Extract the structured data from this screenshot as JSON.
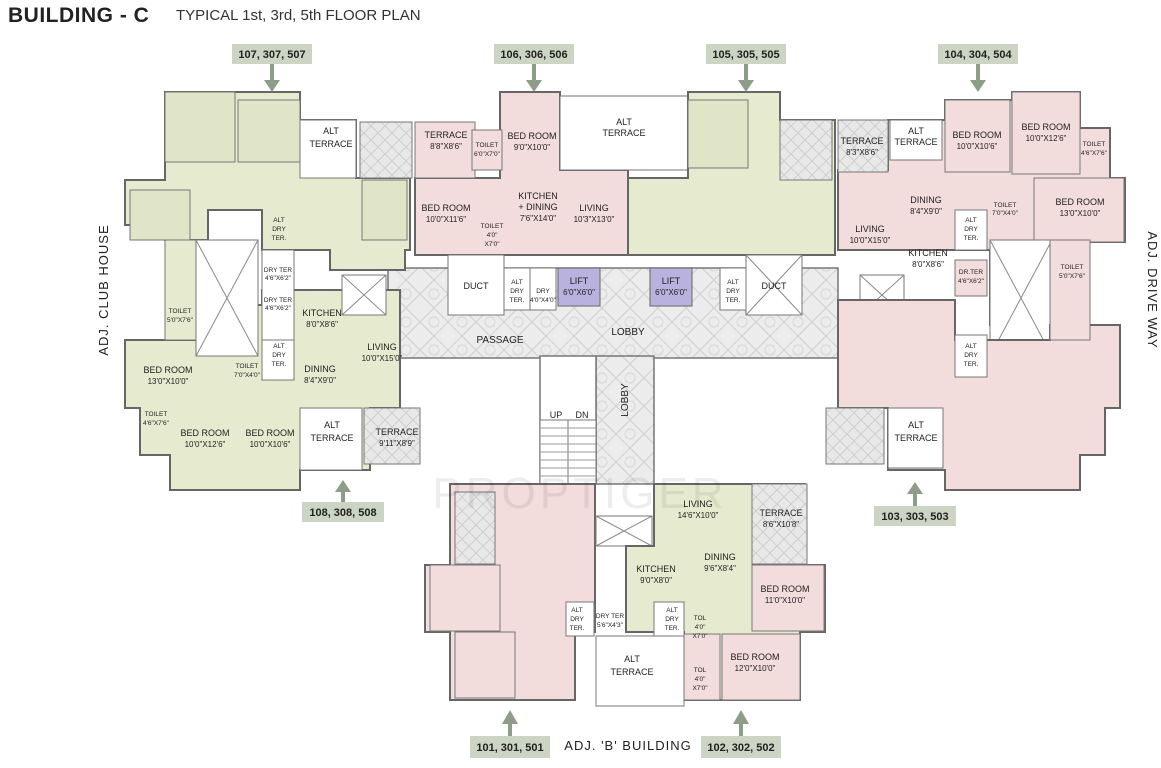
{
  "header": {
    "building": "BUILDING - C",
    "subtitle": "TYPICAL  1st, 3rd, 5th  FLOOR PLAN"
  },
  "unit_tags": {
    "top_1": "107, 307, 507",
    "top_2": "106, 306, 506",
    "top_3": "105, 305, 505",
    "top_4": "104, 304, 504",
    "left_bottom": "108, 308, 508",
    "right_bottom": "103, 303, 503",
    "bottom_1": "101, 301, 501",
    "bottom_2": "102, 302, 502"
  },
  "adjacent": {
    "left": "ADJ. CLUB HOUSE",
    "right": "ADJ. DRIVE WAY",
    "bottom": "ADJ. 'B' BUILDING"
  },
  "common": {
    "passage": "PASSAGE",
    "lobby": "LOBBY",
    "lobby_vertical": "LOBBY",
    "duct": "DUCT",
    "lift": "LIFT",
    "lift_size": "6'0\"X6'0\"",
    "up": "UP",
    "dn": "DN",
    "alt": "ALT",
    "terrace": "TERRACE",
    "dry": "DRY",
    "ter": "TER.",
    "watermark": "PROPTIGER"
  },
  "rooms": {
    "bedroom": "BED ROOM",
    "living": "LIVING",
    "dining": "DINING",
    "kitchen": "KITCHEN",
    "kitchen_dining_1": "KITCHEN",
    "kitchen_dining_2": "+ DINING",
    "toilet": "TOILET",
    "toilet_short": "TOL",
    "terrace": "TERRACE",
    "dry_ter": "DRY TER",
    "drter": "DR.TER"
  },
  "dims": {
    "r106_terrace": "8'8\"X8'6\"",
    "r106_toilet": "6'0\"X7'0\"",
    "r106_bed": "9'0\"X10'0\"",
    "r106_bed2": "10'0\"X11'6\"",
    "r106_kitchen": "7'6\"X14'0\"",
    "r106_living": "10'3\"X13'0\"",
    "r106_toilet2a": "4'0\"",
    "r106_toilet2b": "X7'0\"",
    "r106_dryter": "4'0\"X4'0\"",
    "r104_terrace": "8'3\"X8'6\"",
    "r104_bed1": "10'0\"X10'6\"",
    "r104_bed2": "10'0\"X12'6\"",
    "r104_toilet1": "4'6\"X7'6\"",
    "r104_bed3": "13'0\"X10'0\"",
    "r104_dining": "8'4\"X9'0\"",
    "r104_living": "10'0\"X15'0\"",
    "r104_kitchen": "8'0\"X8'6\"",
    "r104_toilet2": "7'0\"X4'0\"",
    "r104_toilet3": "5'0\"X7'6\"",
    "r104_drter": "4'6\"X6'2\"",
    "r107_dryter1": "4'6\"X6'2\"",
    "r107_dryter2": "4'6\"X6'2\"",
    "r107_kitchen": "8'0\"X8'6\"",
    "r107_living": "10'0\"X15'0\"",
    "r107_dining": "8'4\"X9'0\"",
    "r107_toilet1": "5'0\"X7'6\"",
    "r107_bed1": "13'0\"X10'0\"",
    "r107_toilet2": "7'0\"X4'0\"",
    "r108_toilet": "4'6\"X7'6\"",
    "r108_bed1": "10'0\"X12'6\"",
    "r108_bed2": "10'0\"X10'6\"",
    "r108_terrace": "9'11\"X8'9\"",
    "r102_living": "14'6\"X10'0\"",
    "r102_terrace": "8'6\"X10'8\"",
    "r102_dining": "9'6\"X8'4\"",
    "r102_kitchen": "9'0\"X8'0\"",
    "r102_bed1": "11'0\"X10'0\"",
    "r102_bed2": "12'0\"X10'0\"",
    "r102_dryter": "5'6\"X4'3\"",
    "r102_tol_a": "4'0\"",
    "r102_tol_b": "X7'0\""
  },
  "colors": {
    "green_unit": "#e6ebcf",
    "pink_unit": "#f3dcdc",
    "wall": "#6b6b6b",
    "lift": "#b9b2df",
    "tile": "#e3e3e3",
    "arrow": "#8e9d87",
    "tag_bg": "#ccd4c4"
  }
}
